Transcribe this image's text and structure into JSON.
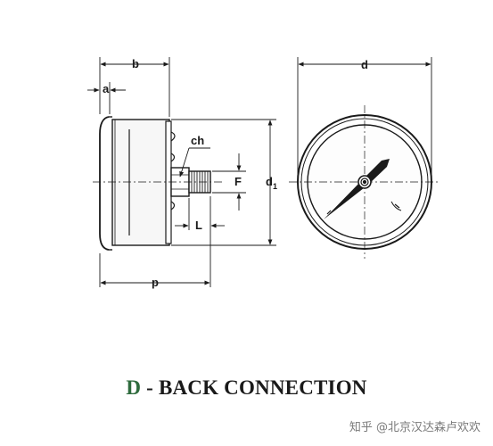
{
  "dimensions": {
    "a": "a",
    "b": "b",
    "ch": "ch",
    "F": "F",
    "L": "L",
    "p": "p",
    "d": "d",
    "d1_main": "d",
    "d1_sub": "1"
  },
  "caption": {
    "letter": "D",
    "text": " - BACK CONNECTION"
  },
  "watermark": "知乎 @北京汉达森卢欢欢",
  "colors": {
    "caption_letter": "#2e6b3d",
    "line": "#1a1a1a"
  }
}
